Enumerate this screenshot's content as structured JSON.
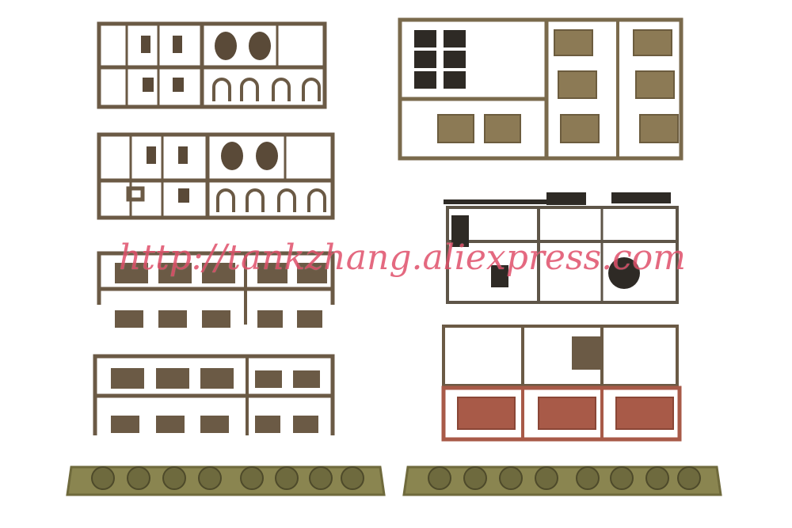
{
  "photo": {
    "subject": "model kit sprues with accessory parts",
    "watermark": "http://tankzhang.aliexpress.com",
    "colors": {
      "background": "#ffffff",
      "brown_plastic": "#6b5a45",
      "olive_plastic": "#7f7a4a",
      "khaki_plastic": "#8c7a55",
      "red_plastic": "#a85a48",
      "dark_parts": "#2e2a25",
      "watermark": "#e0506a"
    },
    "sprues": [
      {
        "name": "sprue-brown-fittings-1"
      },
      {
        "name": "sprue-brown-fittings-2"
      },
      {
        "name": "sprue-brown-boxes-1"
      },
      {
        "name": "sprue-brown-boxes-2"
      },
      {
        "name": "sprue-olive-wheels-left"
      },
      {
        "name": "sprue-khaki-jerrycans"
      },
      {
        "name": "sprue-machine-guns"
      },
      {
        "name": "sprue-red-crates"
      },
      {
        "name": "sprue-olive-wheels-right"
      }
    ]
  }
}
